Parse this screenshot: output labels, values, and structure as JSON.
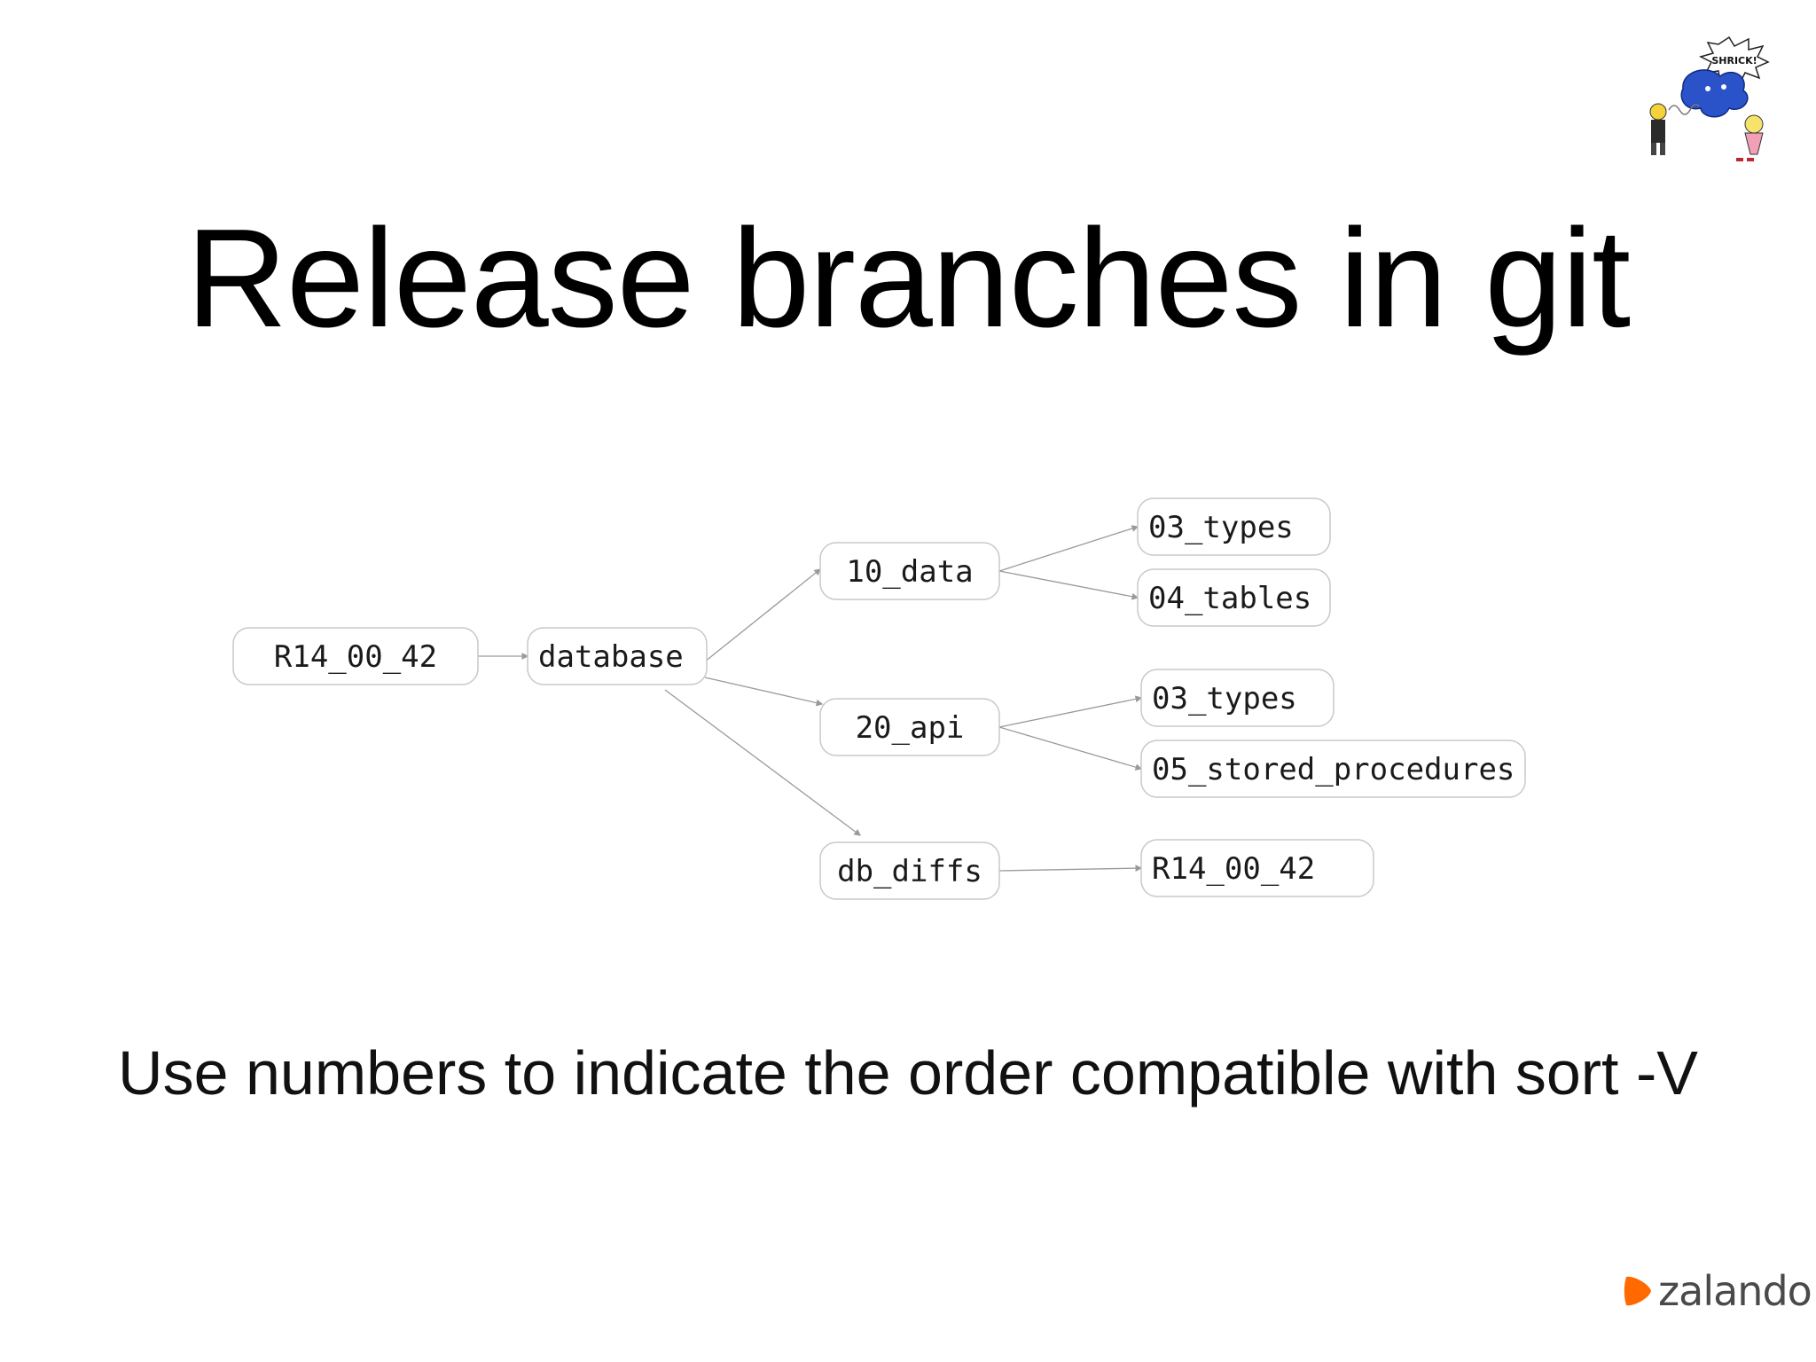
{
  "slide": {
    "title": "Release branches in git",
    "caption": "Use numbers to indicate the order compatible with sort -V"
  },
  "diagram": {
    "nodes": [
      {
        "id": "root",
        "label": "R14_00_42"
      },
      {
        "id": "db",
        "label": "database"
      },
      {
        "id": "data",
        "label": "10_data"
      },
      {
        "id": "api",
        "label": "20_api"
      },
      {
        "id": "diffs",
        "label": "db_diffs"
      },
      {
        "id": "types1",
        "label": "03_types"
      },
      {
        "id": "tables",
        "label": "04_tables"
      },
      {
        "id": "types2",
        "label": "03_types"
      },
      {
        "id": "procs",
        "label": "05_stored_procedures"
      },
      {
        "id": "rel",
        "label": "R14_00_42"
      }
    ],
    "edges": [
      [
        "root",
        "db"
      ],
      [
        "db",
        "data"
      ],
      [
        "db",
        "api"
      ],
      [
        "db",
        "diffs"
      ],
      [
        "data",
        "types1"
      ],
      [
        "data",
        "tables"
      ],
      [
        "api",
        "types2"
      ],
      [
        "api",
        "procs"
      ],
      [
        "diffs",
        "rel"
      ]
    ]
  },
  "cartoon": {
    "text": "SHRICK!",
    "icon": "cartoon-illustration-icon"
  },
  "brand": {
    "name": "zalando",
    "icon": "zalando-logo-icon",
    "color": "#ff6900"
  }
}
